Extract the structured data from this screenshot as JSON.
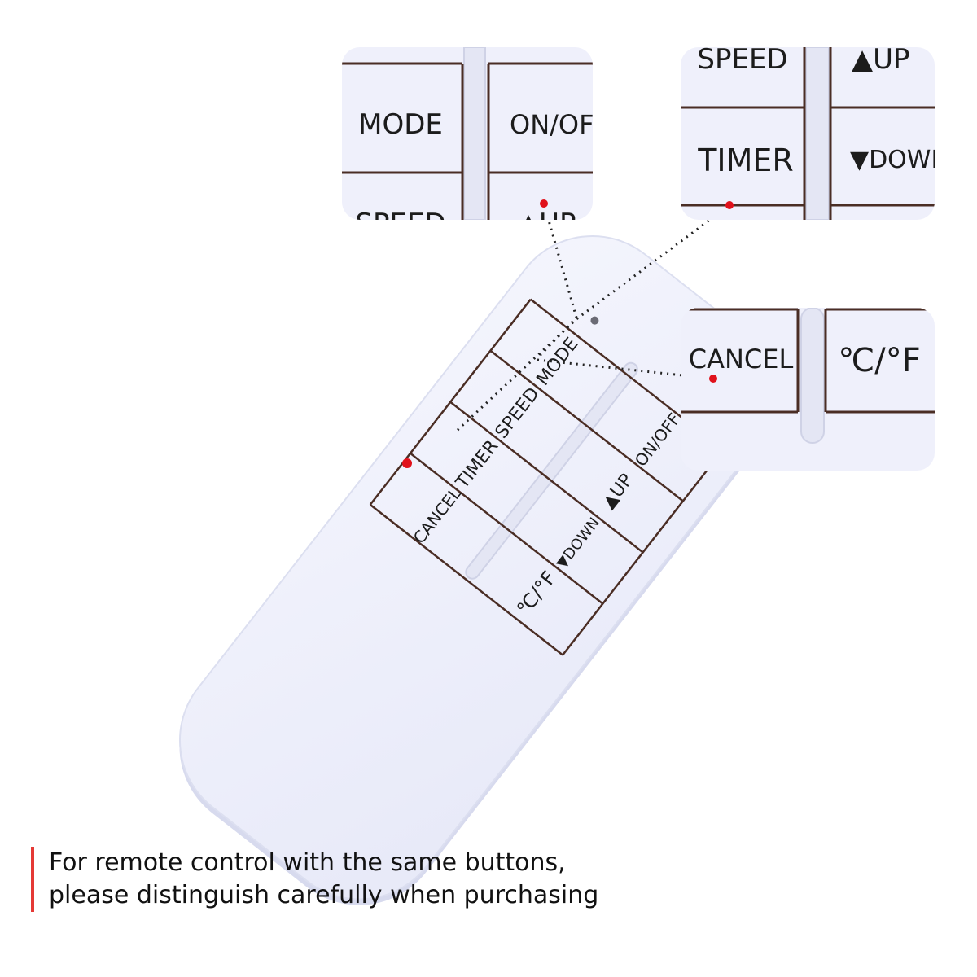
{
  "colors": {
    "remote_body": "#eef0fb",
    "remote_shadow": "#d7daee",
    "button_line": "#4a2d24",
    "label": "#1c1c1c",
    "indicator": "#e0111b",
    "leader": "#222222",
    "caption_bar": "#e53935"
  },
  "remote": {
    "buttons": {
      "on_off": "ON/OFF",
      "up": "▲UP",
      "down": "▼DOWN",
      "mode": "MODE",
      "speed": "SPEED",
      "timer": "TIMER",
      "cancel": "CANCEL",
      "temp_unit": "℃/°F"
    }
  },
  "zoom_top_left": {
    "mode": "MODE",
    "on_off": "ON/OFF",
    "speed": "SPEED",
    "up": "▲UP"
  },
  "zoom_top_right": {
    "speed": "SPEED",
    "up": "▲UP",
    "timer": "TIMER",
    "down": "▼DOWN"
  },
  "zoom_mid_right": {
    "cancel": "CANCEL",
    "temp_unit": "℃/°F"
  },
  "caption": {
    "line1": "For remote control with the same buttons,",
    "line2": "please distinguish carefully when purchasing"
  }
}
